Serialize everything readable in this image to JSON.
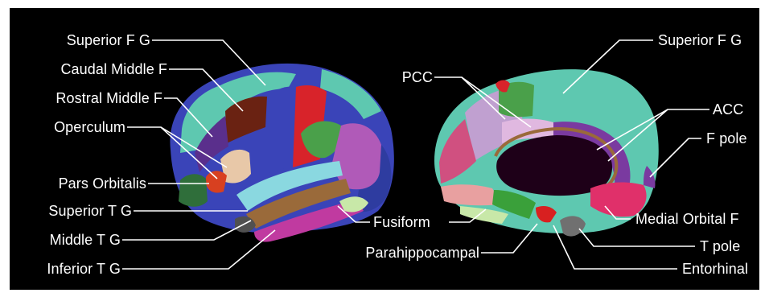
{
  "colors": {
    "background": "#000000",
    "label_text": "#ffffff",
    "superior_frontal": "#5ec8b0",
    "caudal_middle_frontal": "#6a2212",
    "rostral_middle_frontal": "#5a2f8c",
    "precentral": "#3a44b8",
    "postcentral": "#d8232a",
    "supramarginal": "#4aa04a",
    "inferior_parietal": "#b05ab8",
    "lateral_occipital": "#2e3ca0",
    "superior_temporal": "#8ad8e0",
    "middle_temporal": "#9a6a3a",
    "inferior_temporal": "#c03aa0",
    "pars_orbitalis": "#d84020",
    "pars_triangularis": "#e8c8a8",
    "lateral_orbitofrontal": "#2f6e3a",
    "fusiform": "#c8e8a8",
    "pcc": "#e0b8e0",
    "acc": "#7a3aa0",
    "medial_orbital": "#e0306a",
    "parahippocampal": "#3aa03a",
    "entorhinal": "#d82020",
    "temporal_pole": "#707070",
    "precuneus": "#c0a0d0",
    "cuneus": "#d05080",
    "lingual": "#e8a0a0",
    "medial_wall": "#1e0018"
  },
  "labels": {
    "superior_fg_left": "Superior F G",
    "caudal_middle_f": "Caudal Middle F",
    "rostral_middle_f": "Rostral Middle F",
    "operculum": "Operculum",
    "pars_orbitalis": "Pars Orbitalis",
    "superior_tg": "Superior T G",
    "middle_tg": "Middle T G",
    "inferior_tg": "Inferior T G",
    "fusiform": "Fusiform",
    "parahippocampal": "Parahippocampal",
    "pcc": "PCC",
    "superior_fg_right": "Superior F G",
    "acc": "ACC",
    "f_pole": "F pole",
    "medial_orbital_f": "Medial Orbital F",
    "t_pole": "T pole",
    "entorhinal": "Entorhinal"
  }
}
